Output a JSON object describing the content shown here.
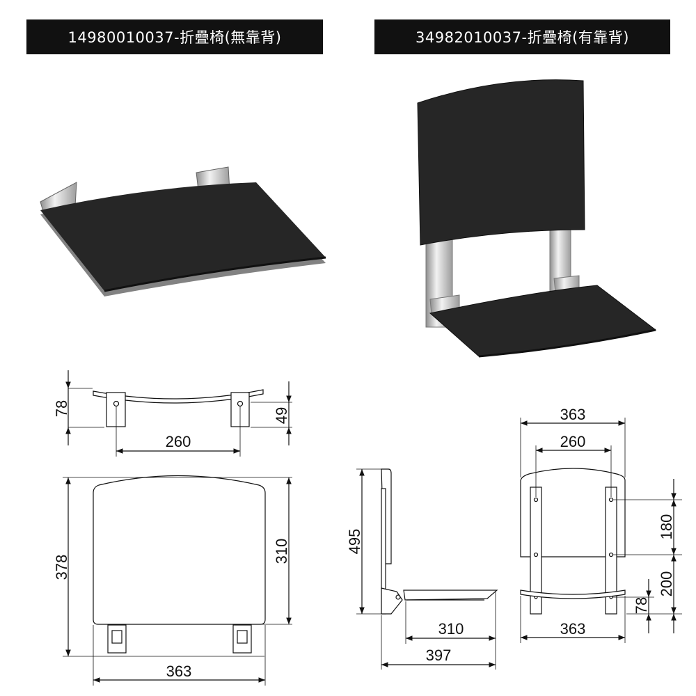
{
  "headers": {
    "left": "14980010037-折疊椅(無靠背)",
    "right": "34982010037-折疊椅(有靠背)"
  },
  "colors": {
    "seat": "#1f1f1f",
    "bracket": "#c9c9c9",
    "line": "#111111",
    "header_bg": "#111111"
  },
  "dimensions": {
    "no_backrest_side": {
      "height": "78",
      "bracket_height": "49",
      "bracket_spacing": "260"
    },
    "no_backrest_top": {
      "depth": "378",
      "seat_depth": "310",
      "width": "363"
    },
    "backrest_side": {
      "height": "495",
      "seat_depth": "310",
      "total_depth": "397"
    },
    "backrest_front": {
      "width_top": "363",
      "bracket_spacing": "260",
      "bracket_upper": "180",
      "bracket_lower": "200",
      "seat_height": "78",
      "width_bottom": "363"
    }
  }
}
